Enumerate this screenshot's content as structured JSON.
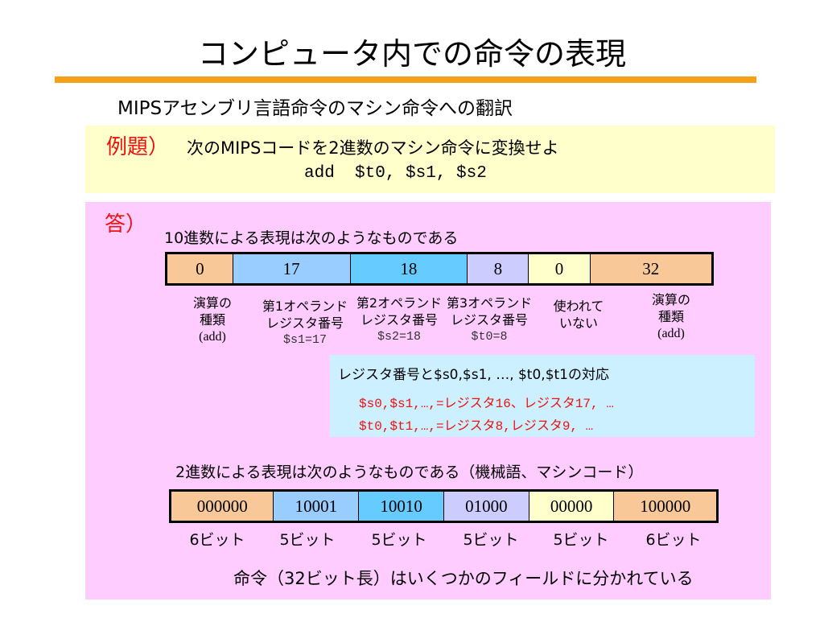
{
  "title": "コンピュータ内での命令の表現",
  "subtitle": "MIPSアセンブリ言語命令のマシン命令への翻訳",
  "example": {
    "label": "例題）",
    "text": "次のMIPSコードを2進数のマシン命令に変換せよ",
    "code": "add  $t0, $s1, $s2"
  },
  "answer": {
    "label": "答）",
    "decimal_heading": "10進数による表現は次のようなものである",
    "decimal_fields": [
      "0",
      "17",
      "18",
      "8",
      "0",
      "32"
    ],
    "descriptions": [
      {
        "line1": "演算の",
        "line2": "種類",
        "line3": "(add)",
        "line4": ""
      },
      {
        "line1": "第1オペランド",
        "line2": "レジスタ番号",
        "line3": "",
        "line4": "$s1=17"
      },
      {
        "line1": "第2オペランド",
        "line2": "レジスタ番号",
        "line3": "",
        "line4": "$s2=18"
      },
      {
        "line1": "第3オペランド",
        "line2": "レジスタ番号",
        "line3": "",
        "line4": "$t0=8"
      },
      {
        "line1": "使われて",
        "line2": "いない",
        "line3": "",
        "line4": ""
      },
      {
        "line1": "演算の",
        "line2": "種類",
        "line3": "(add)",
        "line4": ""
      }
    ],
    "mapping": {
      "heading": "レジスタ番号と$s0,$s1, …, $t0,$t1の対応",
      "line1": "$s0,$s1,…,=レジスタ16、レジスタ17, …",
      "line2": "$t0,$t1,…,=レジスタ8,レジスタ9, …"
    },
    "binary_heading": "2進数による表現は次のようなものである（機械語、マシンコード）",
    "binary_fields": [
      "000000",
      "10001",
      "10010",
      "01000",
      "00000",
      "100000"
    ],
    "bit_widths": [
      "6ビット",
      "5ビット",
      "5ビット",
      "5ビット",
      "5ビット",
      "6ビット"
    ],
    "footer": "命令（32ビット長）はいくつかのフィールドに分かれている"
  },
  "colors": {
    "accent_rule": "#f5a01a",
    "label_red": "#ee1111",
    "example_bg": "#ffffcc",
    "answer_bg": "#ffccff",
    "mapping_bg": "#ccf0ff"
  }
}
